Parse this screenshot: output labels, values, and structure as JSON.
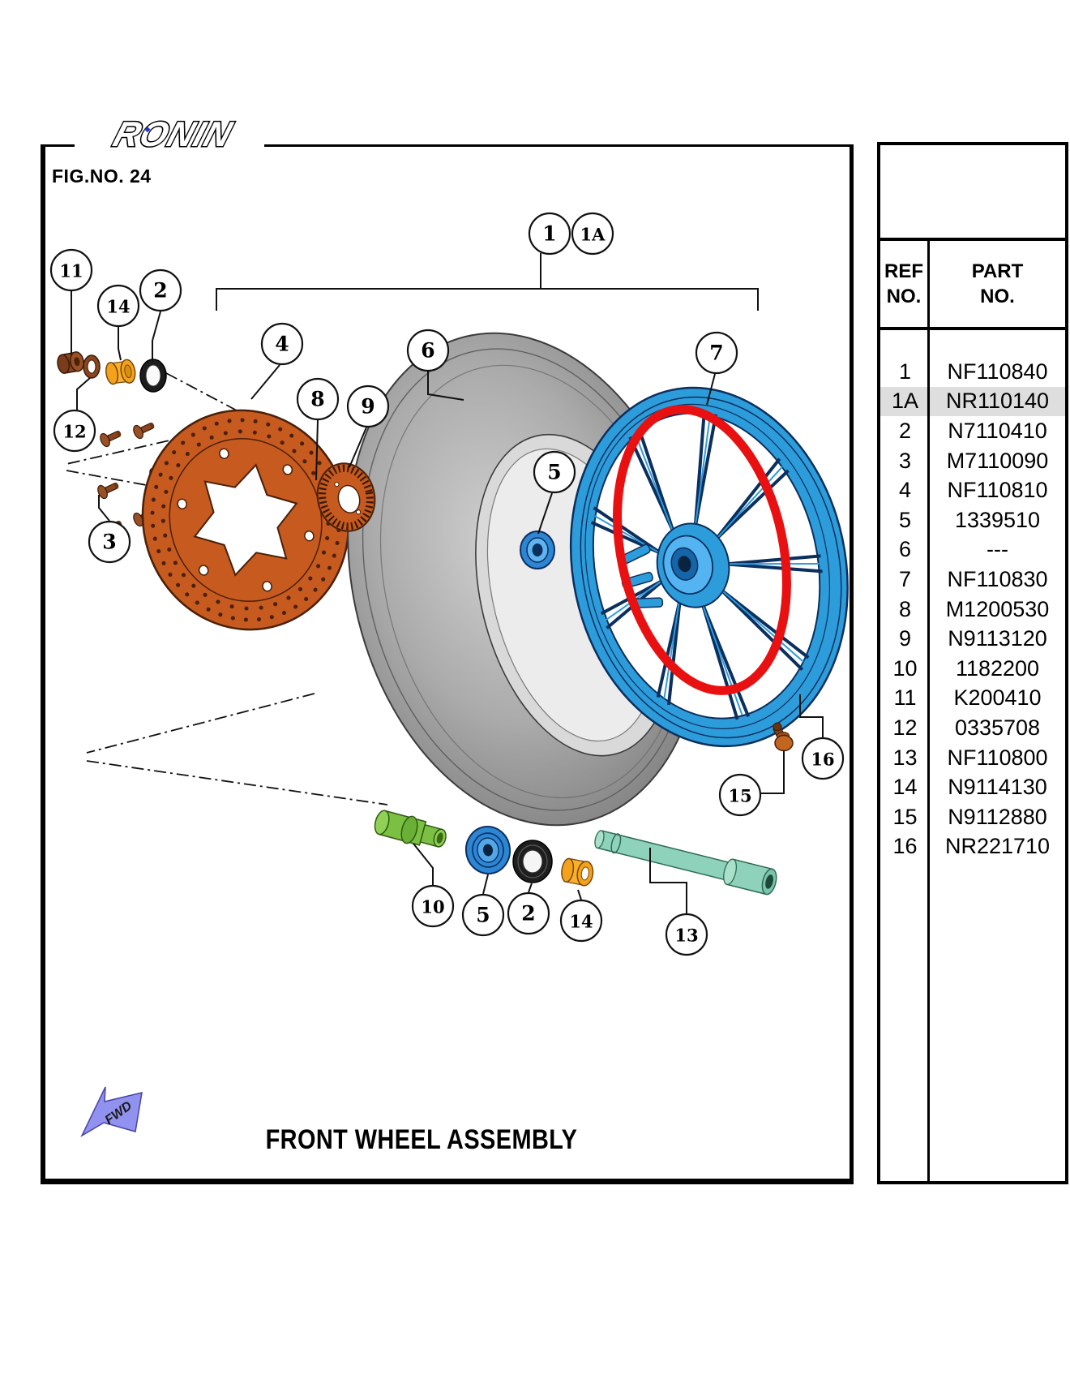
{
  "page": {
    "brand": "RONIN",
    "fig_label": "FIG.NO. 24",
    "title": "FRONT WHEEL ASSEMBLY",
    "fwd_label": "FWD"
  },
  "table": {
    "header": {
      "ref": [
        "REF",
        "NO."
      ],
      "part": [
        "PART",
        "NO."
      ]
    },
    "rows": [
      {
        "ref": "1",
        "part": "NF110840",
        "highlighted": false
      },
      {
        "ref": "1A",
        "part": "NR110140",
        "highlighted": true
      },
      {
        "ref": "2",
        "part": "N7110410",
        "highlighted": false
      },
      {
        "ref": "3",
        "part": "M7110090",
        "highlighted": false
      },
      {
        "ref": "4",
        "part": "NF110810",
        "highlighted": false
      },
      {
        "ref": "5",
        "part": "1339510",
        "highlighted": false
      },
      {
        "ref": "6",
        "part": "---",
        "highlighted": false
      },
      {
        "ref": "7",
        "part": "NF110830",
        "highlighted": false
      },
      {
        "ref": "8",
        "part": "M1200530",
        "highlighted": false
      },
      {
        "ref": "9",
        "part": "N9113120",
        "highlighted": false
      },
      {
        "ref": "10",
        "part": "1182200",
        "highlighted": false
      },
      {
        "ref": "11",
        "part": "K200410",
        "highlighted": false
      },
      {
        "ref": "12",
        "part": "0335708",
        "highlighted": false
      },
      {
        "ref": "13",
        "part": "NF110800",
        "highlighted": false
      },
      {
        "ref": "14",
        "part": "N9114130",
        "highlighted": false
      },
      {
        "ref": "15",
        "part": "N9112880",
        "highlighted": false
      },
      {
        "ref": "16",
        "part": "NR221710",
        "highlighted": false
      }
    ]
  },
  "diagram": {
    "callouts": [
      {
        "id": "c1",
        "label": "1"
      },
      {
        "id": "c1a",
        "label": "1A"
      },
      {
        "id": "c2t",
        "label": "2"
      },
      {
        "id": "c3",
        "label": "3"
      },
      {
        "id": "c4",
        "label": "4"
      },
      {
        "id": "c5t",
        "label": "5"
      },
      {
        "id": "c5b",
        "label": "5"
      },
      {
        "id": "c6",
        "label": "6"
      },
      {
        "id": "c7",
        "label": "7"
      },
      {
        "id": "c8",
        "label": "8"
      },
      {
        "id": "c9",
        "label": "9"
      },
      {
        "id": "c10",
        "label": "10"
      },
      {
        "id": "c11",
        "label": "11"
      },
      {
        "id": "c12",
        "label": "12"
      },
      {
        "id": "c14t",
        "label": "14"
      },
      {
        "id": "c14b",
        "label": "14"
      },
      {
        "id": "c2b",
        "label": "2"
      },
      {
        "id": "c13",
        "label": "13"
      },
      {
        "id": "c15",
        "label": "15"
      },
      {
        "id": "c16",
        "label": "16"
      }
    ],
    "colors": {
      "wheel_blue": "#2d9cdb",
      "disc_orange": "#c75a1e",
      "highlight_red": "#e81010",
      "axle_teal": "#8fd2bc",
      "spacer_green": "#7cc043",
      "bushing_orange": "#f2a31b",
      "fwd_purple": "#9191ef",
      "row_highlight_gray": "#dedede"
    }
  }
}
